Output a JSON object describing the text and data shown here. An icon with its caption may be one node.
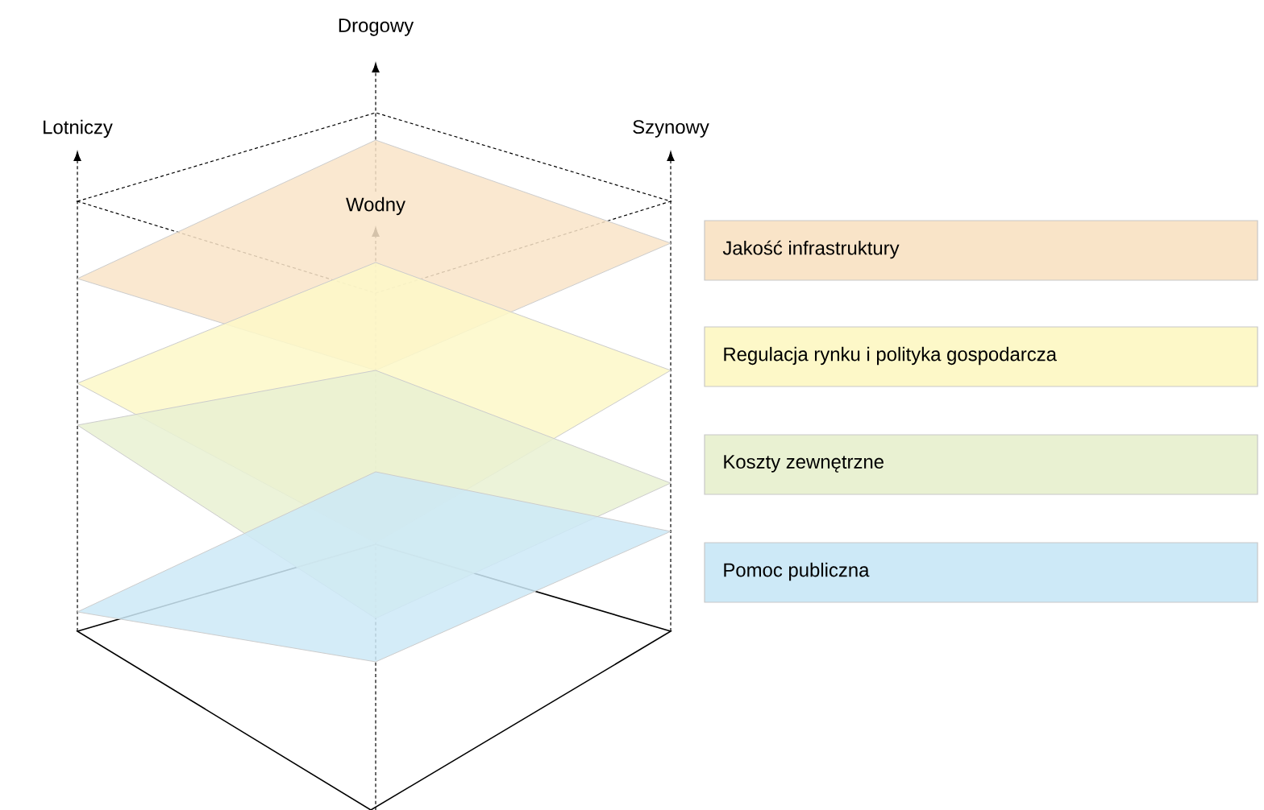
{
  "diagram": {
    "labels": [
      "Drogowy",
      "Lotniczy",
      "Szynowy",
      "Wodny"
    ],
    "legend": [
      {
        "text": "Jakość infrastruktury",
        "color": "#f9e4c8"
      },
      {
        "text": "Regulacja rynku i polityka gospodarcza",
        "color": "#fdf8c8"
      },
      {
        "text": "Koszty zewnętrzne",
        "color": "#e9f1d2"
      },
      {
        "text": "Pomoc publiczna",
        "color": "#cde9f7"
      }
    ]
  }
}
